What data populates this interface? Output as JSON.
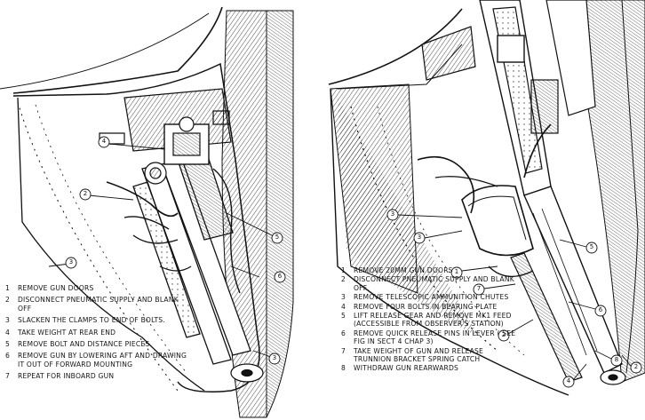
{
  "left_panel": {
    "callouts": [
      "4",
      "2",
      "3",
      "5",
      "6",
      "3"
    ],
    "instructions": [
      {
        "n": "1",
        "text": "REMOVE GUN DOORS"
      },
      {
        "n": "2",
        "text": "DISCONNECT PNEUMATIC SUPPLY AND BLANK OFF"
      },
      {
        "n": "3",
        "text": "SLACKEN THE CLAMPS TO END OF BOLTS."
      },
      {
        "n": "4",
        "text": "TAKE WEIGHT AT REAR END"
      },
      {
        "n": "5",
        "text": "REMOVE BOLT AND DISTANCE PIECES"
      },
      {
        "n": "6",
        "text": "REMOVE GUN BY LOWERING AFT AND DRAWING IT OUT OF FORWARD MOUNTING"
      },
      {
        "n": "7",
        "text": "REPEAT FOR INBOARD GUN"
      }
    ]
  },
  "right_panel": {
    "callouts": [
      "3",
      "3",
      "1",
      "7",
      "2",
      "4",
      "5",
      "6",
      "8",
      "2"
    ],
    "instructions": [
      {
        "n": "1",
        "text": "REMOVE 20MM GUN DOORS"
      },
      {
        "n": "2",
        "text": "DISCONNECT PNEUMATIC SUPPLY AND BLANK OFF"
      },
      {
        "n": "3",
        "text": "REMOVE TELESCOPIC AMMUNITION CHUTES"
      },
      {
        "n": "4",
        "text": "REMOVE FOUR BOLTS IN BEARING PLATE"
      },
      {
        "n": "5",
        "text": "LIFT RELEASE GEAR AND REMOVE MK1 FEED (ACCESSIBLE FROM OBSERVER'S STATION)"
      },
      {
        "n": "6",
        "text": "REMOVE QUICK RELEASE PINS IN LEVER ( SEE FIG IN SECT 4 CHAP 3)"
      },
      {
        "n": "7",
        "text": "TAKE WEIGHT OF GUN AND RELEASE TRUNNION BRACKET SPRING CATCH"
      },
      {
        "n": "8",
        "text": "WITHDRAW GUN REARWARDS"
      }
    ]
  }
}
